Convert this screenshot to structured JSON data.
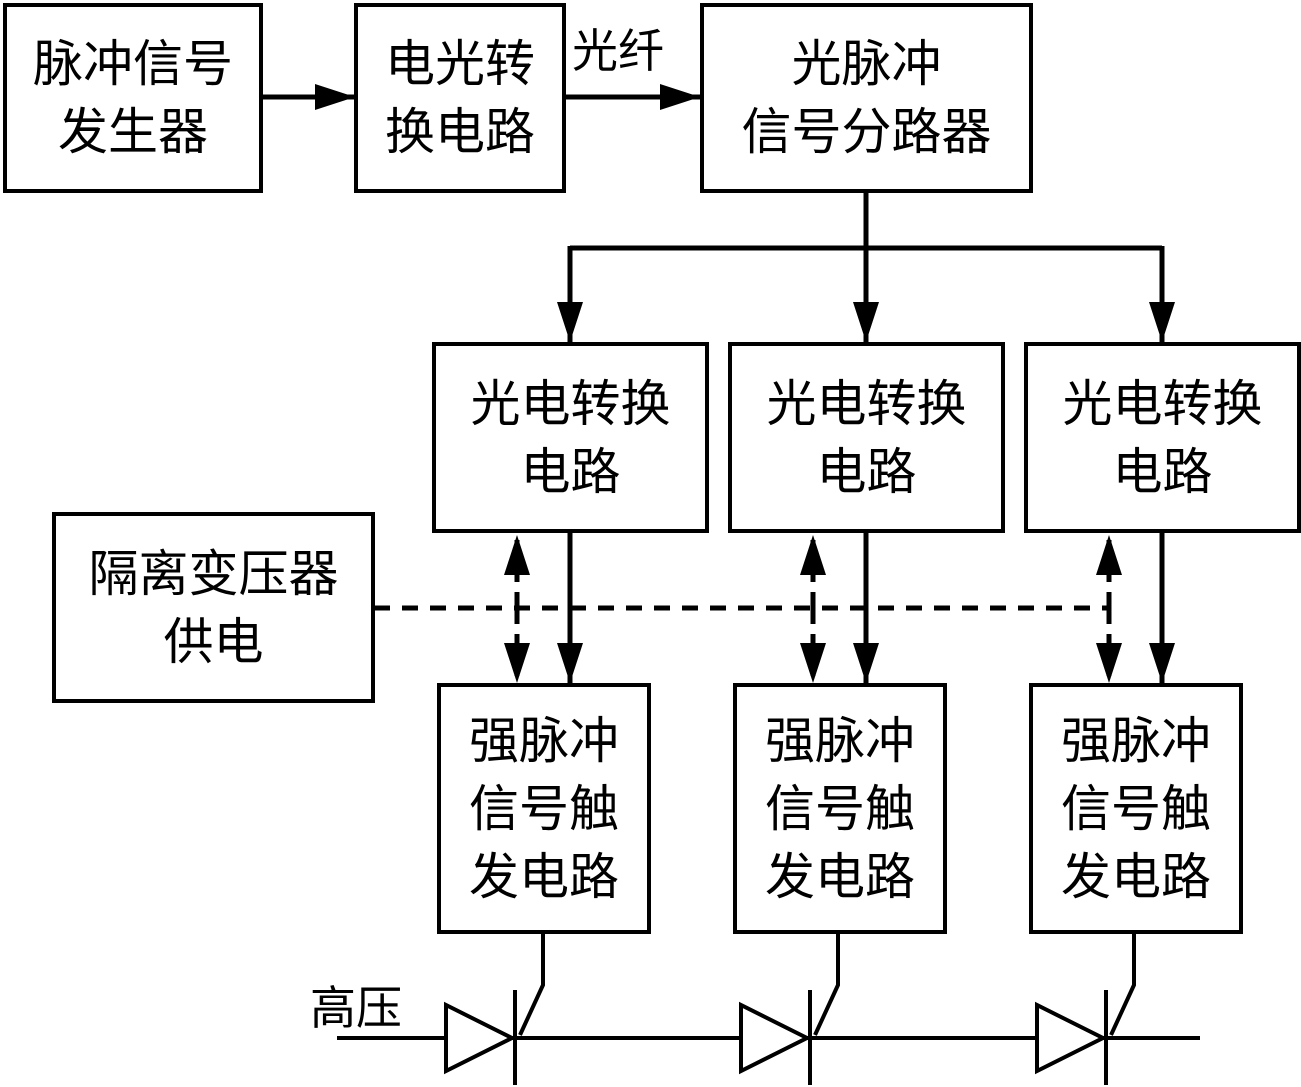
{
  "colors": {
    "stroke": "#000000",
    "background": "#ffffff"
  },
  "blocks": {
    "pulse_generator": "脉冲信号\n发生器",
    "eo_converter": "电光转\n换电路",
    "optical_splitter": "光脉冲\n信号分路器",
    "oe_converter": "光电转换\n电路",
    "isolation_transformer": "隔离变压器\n供电",
    "trigger_circuit": "强脉冲\n信号触\n发电路"
  },
  "labels": {
    "fiber": "光纤",
    "high_voltage": "高压"
  }
}
